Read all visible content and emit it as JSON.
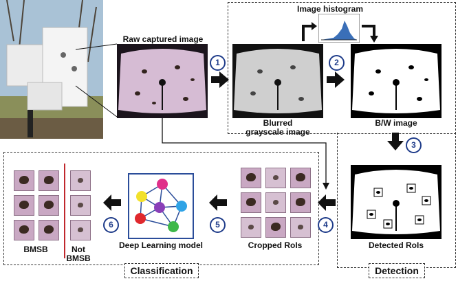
{
  "labels": {
    "raw_image": "Raw captured image",
    "histogram": "Image histogram",
    "blurred_line1": "Blurred",
    "blurred_line2": "grayscale image",
    "bw_image": "B/W image",
    "detected_rois": "Detected RoIs",
    "cropped_rois": "Cropped RoIs",
    "deep_learning": "Deep Learning model",
    "bmsb": "BMSB",
    "not_bmsb_line1": "Not",
    "not_bmsb_line2": "BMSB",
    "classification": "Classification",
    "detection": "Detection"
  },
  "steps": [
    "1",
    "2",
    "3",
    "4",
    "5",
    "6"
  ],
  "colors": {
    "step_circle": "#1f3c8a",
    "separator": "#c0282d",
    "network_nodes": [
      "#e0308a",
      "#f2e12b",
      "#8a3fb8",
      "#2fa3e6",
      "#e0282d",
      "#3fb84a"
    ]
  }
}
